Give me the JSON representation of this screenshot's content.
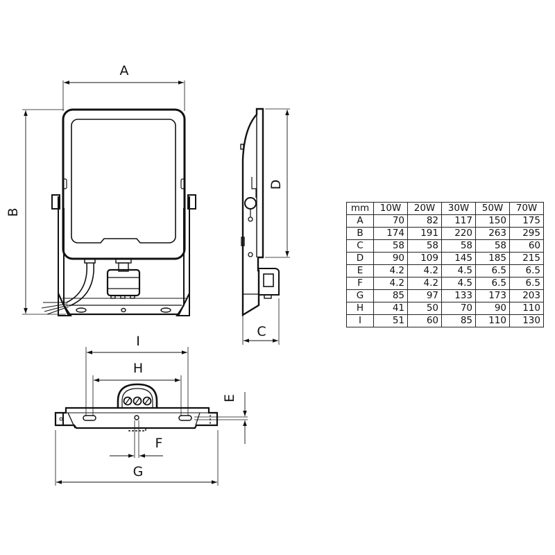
{
  "diagram": {
    "labels": {
      "A": "A",
      "B": "B",
      "C": "C",
      "D": "D",
      "E": "E",
      "F": "F",
      "G": "G",
      "H": "H",
      "I": "I"
    },
    "views": [
      "front-view",
      "side-view",
      "bottom-view"
    ]
  },
  "table": {
    "header": [
      "mm",
      "10W",
      "20W",
      "30W",
      "50W",
      "70W"
    ],
    "rows": [
      {
        "key": "A",
        "values": [
          "70",
          "82",
          "117",
          "150",
          "175"
        ]
      },
      {
        "key": "B",
        "values": [
          "174",
          "191",
          "220",
          "263",
          "295"
        ]
      },
      {
        "key": "C",
        "values": [
          "58",
          "58",
          "58",
          "58",
          "60"
        ]
      },
      {
        "key": "D",
        "values": [
          "90",
          "109",
          "145",
          "185",
          "215"
        ]
      },
      {
        "key": "E",
        "values": [
          "4.2",
          "4.2",
          "4.5",
          "6.5",
          "6.5"
        ]
      },
      {
        "key": "F",
        "values": [
          "4.2",
          "4.2",
          "4.5",
          "6.5",
          "6.5"
        ]
      },
      {
        "key": "G",
        "values": [
          "85",
          "97",
          "133",
          "173",
          "203"
        ]
      },
      {
        "key": "H",
        "values": [
          "41",
          "50",
          "70",
          "90",
          "110"
        ]
      },
      {
        "key": "I",
        "values": [
          "51",
          "60",
          "85",
          "110",
          "130"
        ]
      }
    ]
  }
}
